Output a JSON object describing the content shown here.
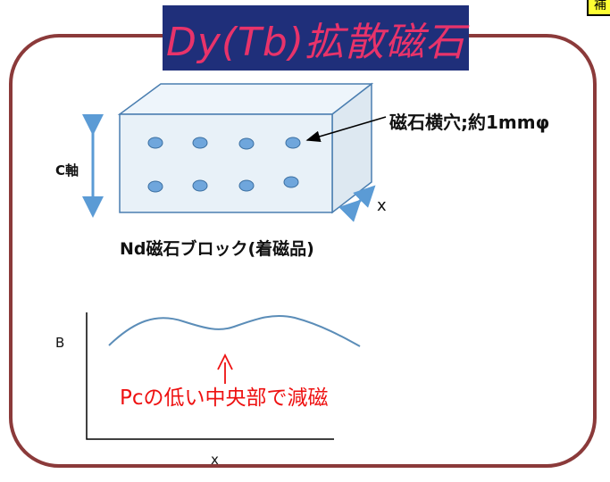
{
  "title": "Dy(Tb)拡散磁石",
  "corner_tag": "補",
  "labels": {
    "hole": "磁石横穴;約1mmφ",
    "c_axis": "C軸",
    "x_axis_block": "x",
    "block_caption": "Nd磁石ブロック(着磁品)",
    "graph_y": "B",
    "graph_x": "x",
    "demag_note": "Pcの低い中央部で減磁"
  },
  "colors": {
    "frame": "#8b3a3a",
    "title_bg": "#1f2f7a",
    "title_text": "#e8336a",
    "block_face": "#e8f1f8",
    "block_edge": "#4a7eb0",
    "hole_fill": "#6fa6dc",
    "arrow_blue": "#5b9bd5",
    "curve": "#5b8db8",
    "red_note": "#ee1111"
  }
}
